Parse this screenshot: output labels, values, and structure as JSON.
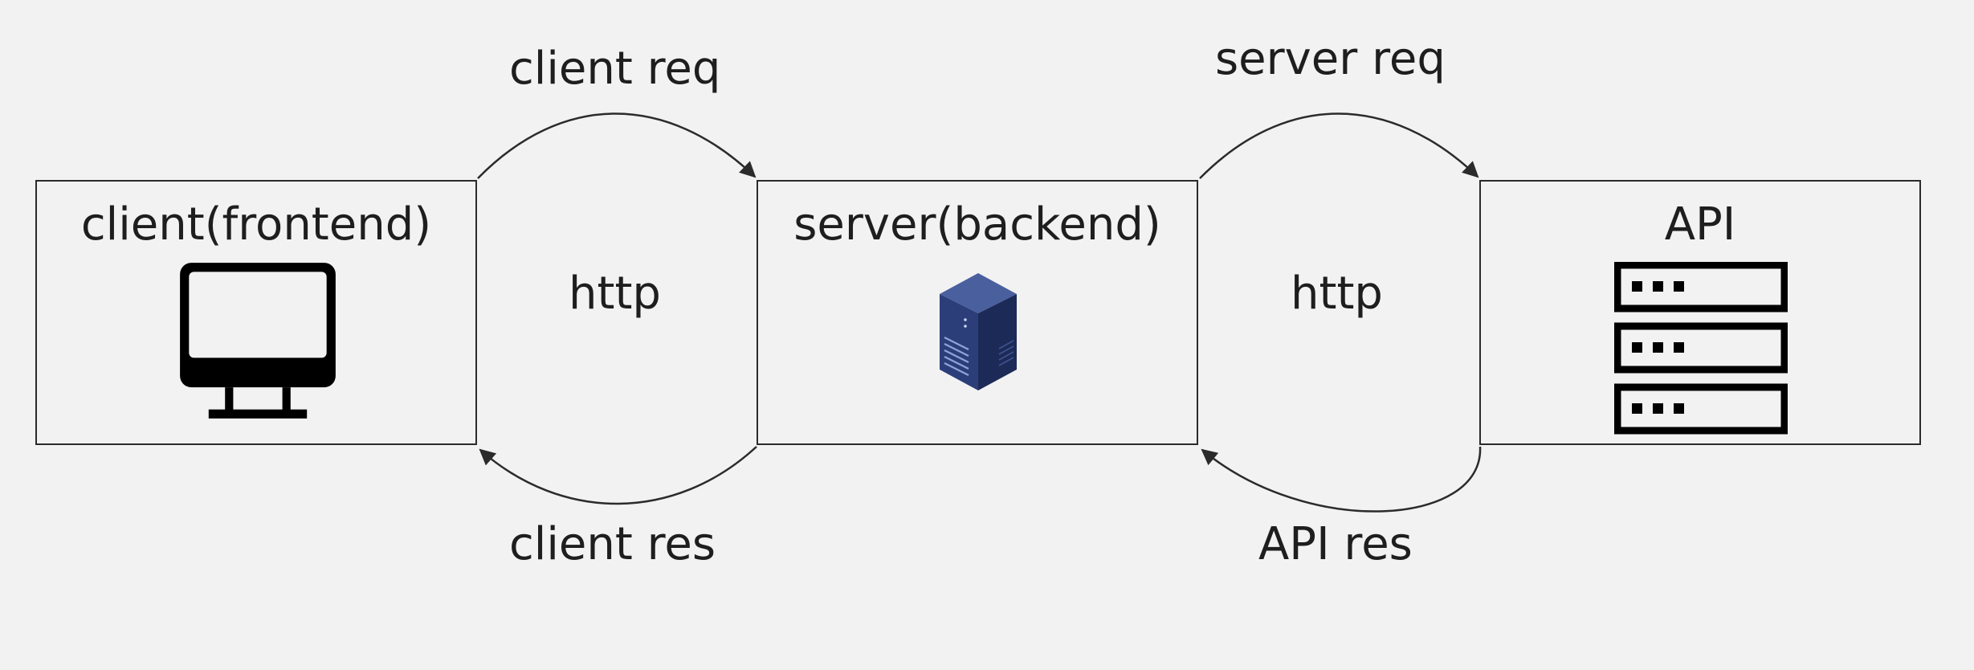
{
  "nodes": {
    "client": {
      "label": "client(frontend)",
      "icon": "monitor-icon"
    },
    "server": {
      "label": "server(backend)",
      "icon": "server-tower-icon"
    },
    "api": {
      "label": "API",
      "icon": "server-rack-icon"
    }
  },
  "edges": {
    "client_req": {
      "label": "client req"
    },
    "client_res": {
      "label": "client res"
    },
    "server_req": {
      "label": "server req"
    },
    "api_res": {
      "label": "API res"
    }
  },
  "protocols": {
    "left": "http",
    "right": "http"
  },
  "colors": {
    "background": "#f2f2f2",
    "stroke": "#2b2b2b",
    "server_icon": "#2c3e73"
  }
}
